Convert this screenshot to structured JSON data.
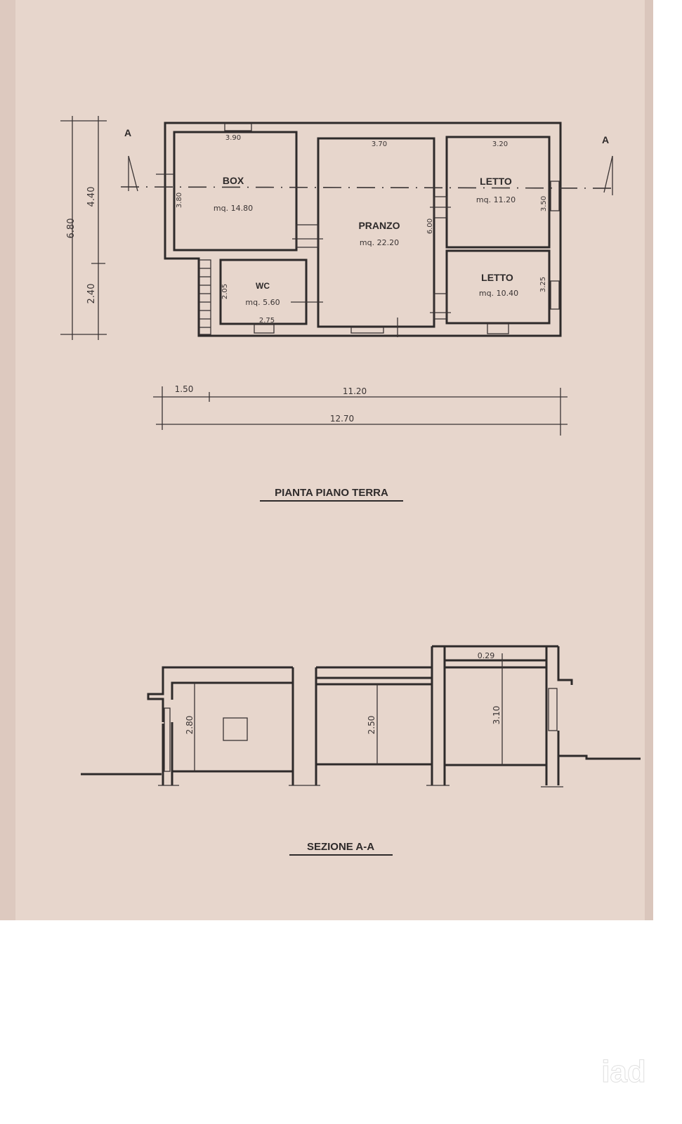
{
  "plan": {
    "title": "PIANTA PIANO TERRA",
    "section_marker": "A",
    "rooms": [
      {
        "name": "BOX",
        "area": "mq. 14.80",
        "width": "3.90",
        "depth": "3.80"
      },
      {
        "name": "PRANZO",
        "area": "mq. 22.20",
        "width": "3.70",
        "depth": "6.00"
      },
      {
        "name": "LETTO",
        "area": "mq. 11.20",
        "width": "3.20",
        "depth": "3.50"
      },
      {
        "name": "LETTO",
        "area": "mq. 10.40",
        "depth": "3.25"
      },
      {
        "name": "WC",
        "area": "mq. 5.60",
        "width": "2.75",
        "depth": "2.05"
      }
    ],
    "dimensions": {
      "total_depth": "6.80",
      "depth_upper": "4.40",
      "depth_lower": "2.40",
      "width_left": "1.50",
      "width_main": "11.20",
      "total_width": "12.70"
    }
  },
  "section": {
    "title": "SEZIONE A-A",
    "heights": [
      "2.80",
      "2.50",
      "3.10"
    ],
    "slab": "0.29"
  },
  "watermark": "iad",
  "colors": {
    "paper": "#e7d6cc",
    "ink": "#2e2a2a"
  }
}
